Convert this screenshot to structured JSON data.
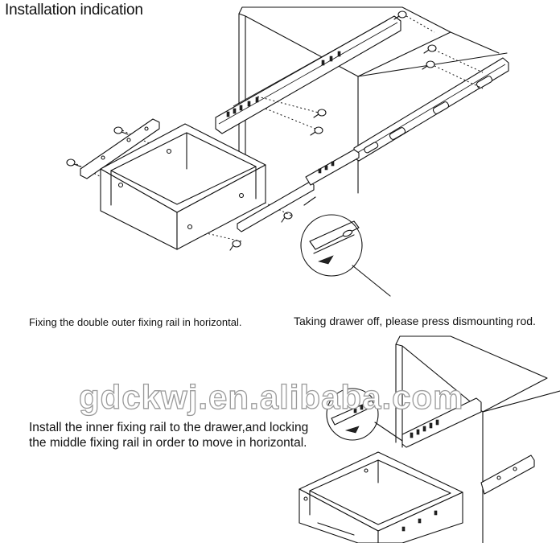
{
  "title": "Installation indication",
  "captions": {
    "fixing_outer": "Fixing the double outer fixing rail in horizontal.",
    "taking_off": "Taking drawer off, please press dismounting rod.",
    "install_inner": "Install the inner fixing rail to the drawer,and locking the middle fixing rail in order to move in horizontal."
  },
  "watermark": "gdckwj.en.alibaba.com",
  "icons": [
    "screw-icon",
    "magnifier-circle-icon",
    "arrow-icon"
  ]
}
